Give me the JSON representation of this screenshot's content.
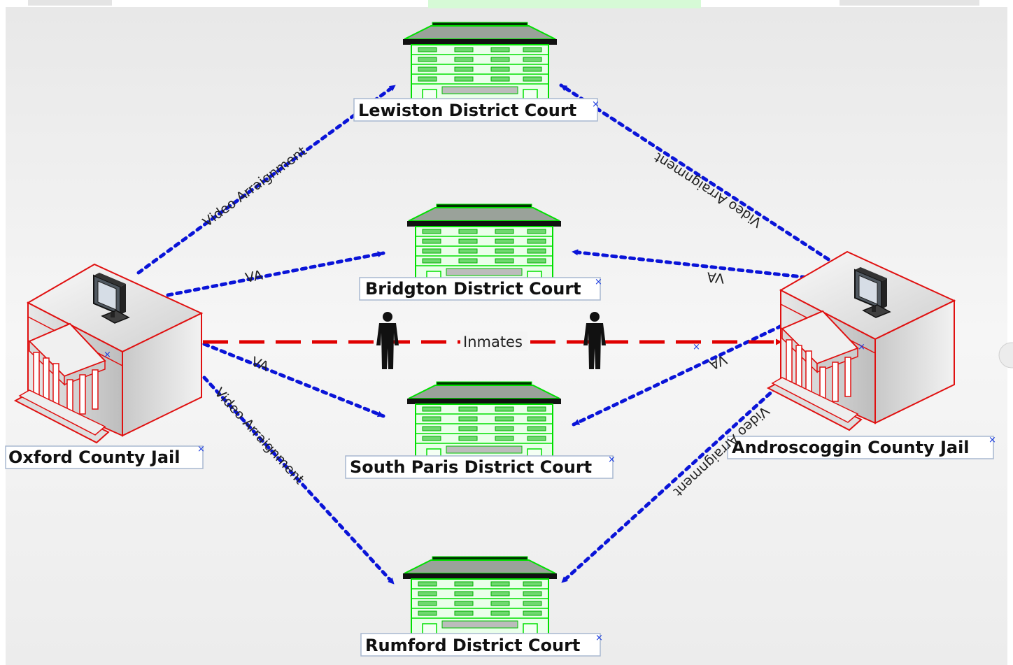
{
  "colors": {
    "court_stroke": "#00e000",
    "court_fill": "#eaffea",
    "jail_stroke": "#e01010",
    "video_arrow": "#0a14d8",
    "inmate_arrow": "#e00000",
    "label_border": "#a8b8d0"
  },
  "icons": {
    "court": "courthouse-building-icon",
    "jail": "jail-building-icon",
    "monitor": "monitor-icon",
    "person": "person-icon"
  },
  "courts": {
    "lewiston": {
      "label": "Lewiston District Court"
    },
    "bridgton": {
      "label": "Bridgton District Court"
    },
    "south_paris": {
      "label": "South Paris District Court"
    },
    "rumford": {
      "label": "Rumford District Court"
    }
  },
  "jails": {
    "oxford": {
      "label": "Oxford County Jail"
    },
    "androscoggin": {
      "label": "Androscoggin County Jail"
    }
  },
  "edges": {
    "oxford_lewiston": "Video Arraignment",
    "oxford_bridgton": "VA",
    "oxford_south_paris": "VA",
    "oxford_rumford": "Video Arraignment",
    "andro_lewiston": "Video Arraignment",
    "andro_bridgton": "VA",
    "andro_south_paris": "VA",
    "andro_rumford": "Video Arraignment",
    "inmates": "Inmates"
  }
}
